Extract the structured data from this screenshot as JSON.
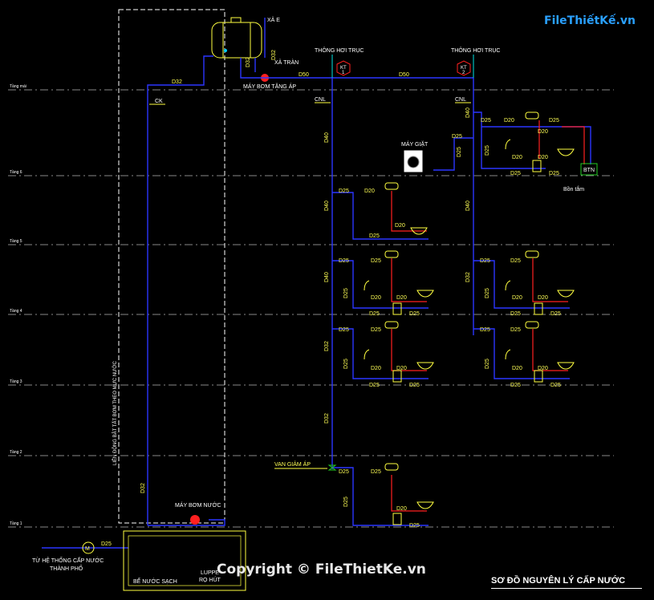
{
  "watermark": {
    "logo_text": "FileThiếtKế.vn",
    "copyright": "Copyright © FileThietKe.vn"
  },
  "title": "SƠ ĐỒ NGUYÊN LÝ CẤP NƯỚC",
  "labels": {
    "xa_e": "XẢ E",
    "xa_tran": "XẢ TRÀN",
    "may_bom_tang_ap": "MÁY BƠM TĂNG ÁP",
    "thong_hoi_1": "THÔNG HƠI TRỤC",
    "thong_hoi_2": "THÔNG HƠI TRỤC",
    "kt1": "KT",
    "kt1_num": "1",
    "kt2": "KT",
    "kt2_num": "2",
    "cnl1": "CNL",
    "cnl2": "CNL",
    "ck": "CK",
    "may_giat": "MÁY GIẶT",
    "btn": "BTN",
    "bon_tam": "Bồn tắm",
    "van_giam_ap": "VAN GIẢM ÁP",
    "may_bom_nuoc": "MÁY BƠM NƯỚC",
    "ht_cap_nuoc": "TỪ HỆ THỐNG CẤP NƯỚC",
    "thanh_pho": "THÀNH PHỐ",
    "m": "M",
    "be_nuoc_sach": "BỂ NƯỚC SẠCH",
    "luppe": "LUPPE",
    "ro_hut": "RỌ HÚT",
    "vertical_note": "LIÊN ĐỘNG BẬT TẮT BƠM THEO MỰC NƯỚC"
  },
  "levels": [
    "Tầng mái",
    "Tầng 6",
    "Tầng 5",
    "Tầng 4",
    "Tầng 3",
    "Tầng 2",
    "Tầng 1"
  ],
  "pipe_sizes": {
    "d32": "D32",
    "d50": "D50",
    "d40": "D40",
    "d25": "D25",
    "d20": "D20"
  }
}
